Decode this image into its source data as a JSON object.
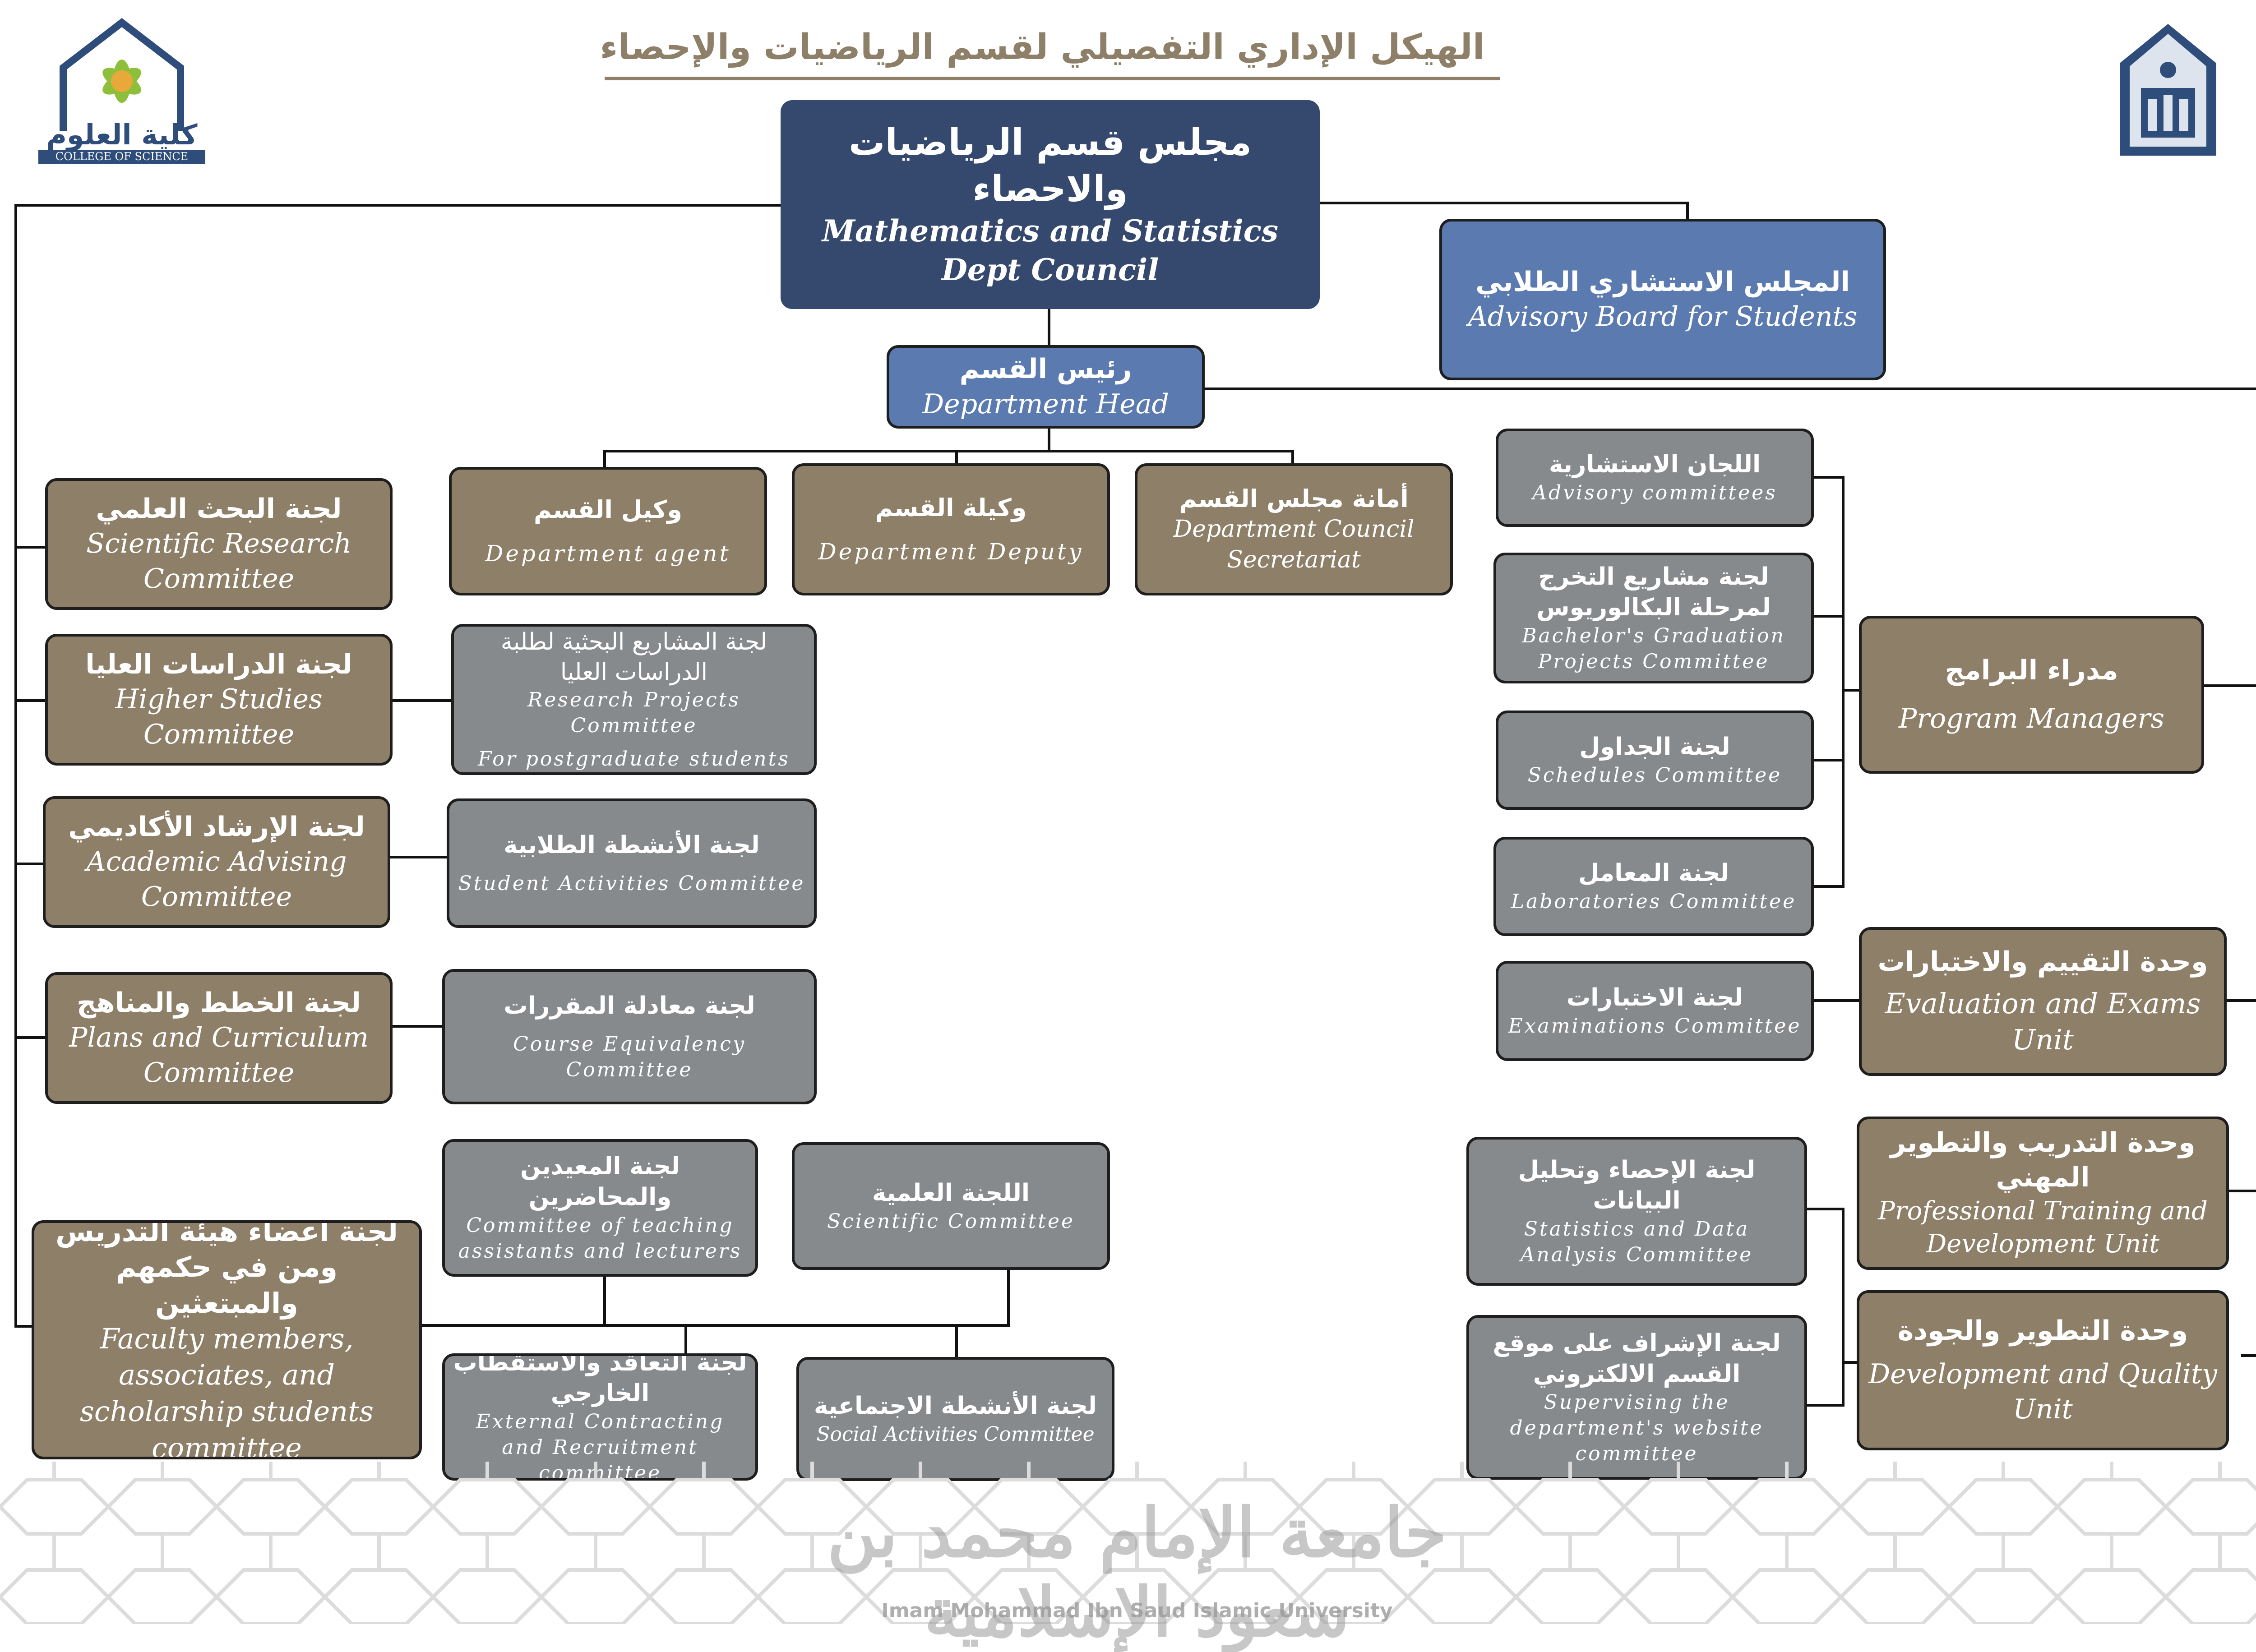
{
  "header": {
    "title": "الهيكل الإداري التفصيلي لقسم الرياضيات والإحصاء",
    "college_logo": {
      "ar": "كلية العلوم",
      "en": "COLLEGE OF SCIENCE"
    }
  },
  "footer": {
    "university_ar": "جامعة الإمام محمد بن سعود الإسلامية",
    "university_en": "Imam Mohammad Ibn Saud Islamic University"
  },
  "council": {
    "ar": "مجلس قسم الرياضيات والاحصاء",
    "en": "Mathematics and Statistics Dept Council"
  },
  "advisory_board": {
    "ar": "المجلس الاستشاري الطلابي",
    "en": "Advisory Board for Students"
  },
  "head": {
    "ar": "رئيس القسم",
    "en": "Department Head"
  },
  "agent": {
    "ar": "وكيل القسم",
    "en": "Department agent"
  },
  "deputy": {
    "ar": "وكيلة القسم",
    "en": "Department Deputy"
  },
  "secretariat": {
    "ar": "أمانة مجلس القسم",
    "en": "Department Council Secretariat"
  },
  "left_committees": {
    "research": {
      "ar": "لجنة البحث العلمي",
      "en": "Scientific Research Committee"
    },
    "higher_studies": {
      "ar": "لجنة الدراسات العليا",
      "en": "Higher Studies Committee"
    },
    "advising": {
      "ar": "لجنة الإرشاد الأكاديمي",
      "en": "Academic Advising Committee"
    },
    "plans": {
      "ar": "لجنة الخطط والمناهج",
      "en": "Plans and Curriculum Committee"
    },
    "faculty": {
      "ar": "لجنة أعضاء هيئة التدريس ومن في حكمهم والمبتعثين",
      "en": "Faculty members, associates, and scholarship students committee"
    }
  },
  "center_committees": {
    "research_projects": {
      "ar": "لجنة المشاريع البحثية لطلبة الدراسات العليا",
      "en1": "Research Projects Committee",
      "en2": "For postgraduate students"
    },
    "student_activities": {
      "ar": "لجنة الأنشطة الطلابية",
      "en": "Student Activities Committee"
    },
    "course_equivalency": {
      "ar": "لجنة معادلة المقررات",
      "en": "Course Equivalency Committee"
    },
    "teaching_assistants": {
      "ar": "لجنة المعيدين والمحاضرين",
      "en": "Committee of teaching assistants and lecturers"
    },
    "scientific": {
      "ar": "اللجنة العلمية",
      "en": "Scientific Committee"
    },
    "contracting": {
      "ar": "لجنة التعاقد والاستقطاب الخارجي",
      "en": "External Contracting and Recruitment committee"
    },
    "social": {
      "ar": "لجنة الأنشطة الاجتماعية",
      "en": "Social Activities Committee"
    }
  },
  "right_committees": {
    "advisory": {
      "ar": "اللجان الاستشارية",
      "en": "Advisory committees"
    },
    "graduation": {
      "ar": "لجنة مشاريع التخرج لمرحلة البكالوريوس",
      "en": "Bachelor's Graduation Projects Committee"
    },
    "schedules": {
      "ar": "لجنة الجداول",
      "en": "Schedules Committee"
    },
    "labs": {
      "ar": "لجنة المعامل",
      "en": "Laboratories Committee"
    },
    "exams": {
      "ar": "لجنة الاختبارات",
      "en": "Examinations Committee"
    },
    "statistics": {
      "ar": "لجنة الإحصاء وتحليل البيانات",
      "en": "Statistics and Data Analysis Committee"
    },
    "website": {
      "ar": "لجنة الإشراف على موقع القسم الالكتروني",
      "en": "Supervising the department's website committee"
    }
  },
  "units": {
    "program_managers": {
      "ar": "مدراء البرامج",
      "en": "Program Managers"
    },
    "evaluation": {
      "ar": "وحدة التقييم والاختبارات",
      "en": "Evaluation and Exams Unit"
    },
    "training": {
      "ar": "وحدة التدريب والتطوير المهني",
      "en": "Professional Training and Development Unit"
    },
    "quality": {
      "ar": "وحدة التطوير والجودة",
      "en": "Development and Quality Unit"
    }
  }
}
